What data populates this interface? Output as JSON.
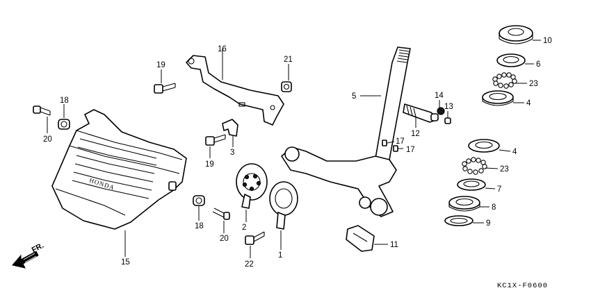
{
  "diagram": {
    "code": "KC1X-F0600",
    "direction_label": "FR.",
    "brand_text": "HONDA",
    "callouts": {
      "c1": "1",
      "c2": "2",
      "c3": "3",
      "c4a": "4",
      "c4b": "4",
      "c5": "5",
      "c6": "6",
      "c7": "7",
      "c8": "8",
      "c9": "9",
      "c10": "10",
      "c11": "11",
      "c12": "12",
      "c13": "13",
      "c14": "14",
      "c15": "15",
      "c16": "16",
      "c17a": "17",
      "c17b": "17",
      "c18a": "18",
      "c18b": "18",
      "c19a": "19",
      "c19b": "19",
      "c20a": "20",
      "c20b": "20",
      "c21": "21",
      "c22": "22",
      "c23a": "23",
      "c23b": "23"
    }
  }
}
